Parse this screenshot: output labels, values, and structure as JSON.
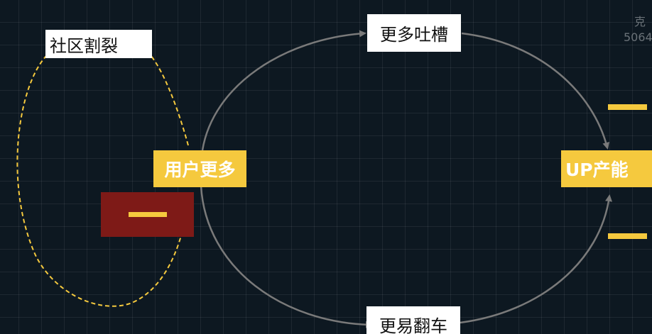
{
  "diagram": {
    "nodes": {
      "community_split": "社区割裂",
      "more_complaints": "更多吐槽",
      "more_users": "用户更多",
      "up_output": "UP产能",
      "easier_flip": "更易翻车"
    },
    "negative_marker": "—",
    "corner": {
      "char": "克",
      "number": "5064"
    },
    "colors": {
      "background": "#0d1821",
      "highlight": "#f5c93e",
      "negative_box": "#7e1a17",
      "dashed_loop": "#f5c93e",
      "orange_arrow": "#f59a2a",
      "main_loop": "#7a7a7a"
    }
  }
}
